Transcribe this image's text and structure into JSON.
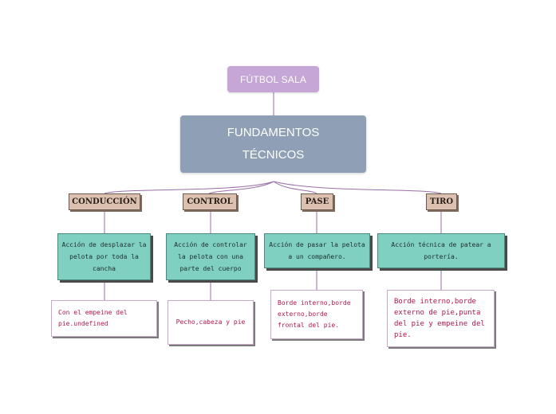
{
  "root": {
    "label": "FÚTBOL SALA"
  },
  "main": {
    "line1": "FUNDAMENTOS",
    "line2": "TÉCNICOS"
  },
  "categories": [
    {
      "label": "CONDUCCIÓN",
      "description": "Acción de desplazar la pelota por toda la cancha",
      "detail": "Con el empeine del pie.undefined"
    },
    {
      "label": "CONTROL",
      "description": "Acción de controlar la pelota con una parte del cuerpo",
      "detail": "Pecho,cabeza y pie"
    },
    {
      "label": "PASE",
      "description": "Acción de pasar la pelota a un compañero.",
      "detail": "Borde interno,borde externo,borde frontal del pie."
    },
    {
      "label": "TIRO",
      "description": "Acción técnica de patear a portería.",
      "detail": "Borde interno,borde externo de pie,punta del pie y empeine del pie."
    }
  ],
  "colors": {
    "root": "#c5a6d6",
    "main": "#8f9fb5",
    "category": "#dcc1b1",
    "description": "#7fd0c1",
    "detail_text": "#b3164e",
    "connector": "#9b6ea9"
  }
}
